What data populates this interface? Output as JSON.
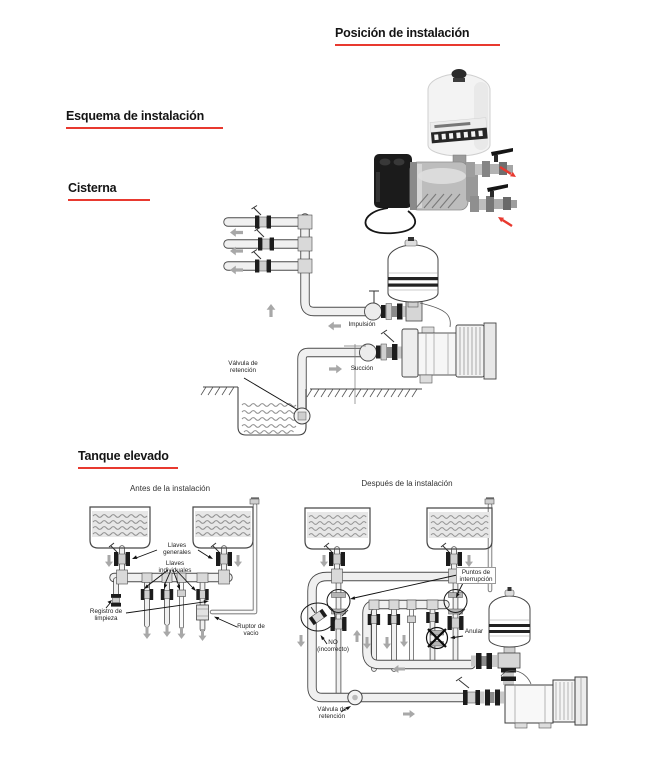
{
  "page": {
    "background": "#ffffff",
    "accent_color": "#e8392f",
    "line_color": "#4a4a4a",
    "arrow_gray": "#a8a8a8"
  },
  "headings": {
    "posicion_instalacion": "Posición de instalación",
    "esquema_instalacion": "Esquema de instalación",
    "cisterna": "Cisterna",
    "tanque_elevado": "Tanque elevado"
  },
  "product_photo": {
    "arrow_color": "#e8392f"
  },
  "cisterna_diagram": {
    "labels": {
      "impulsion": "Impulsión",
      "succion": "Succión",
      "valvula_retencion": "Válvula de retención"
    }
  },
  "tanque_elevado_diagrams": {
    "antes": {
      "caption": "Antes de la instalación",
      "labels": {
        "llaves_generales": "Llaves generales",
        "llaves_individuales": "Llaves individuales",
        "registro_limpieza": "Registro de limpieza",
        "ruptor_vacio": "Ruptor de vacío"
      }
    },
    "despues": {
      "caption": "Después de la instalación",
      "labels": {
        "puntos_interrupcion": "Puntos de interrupción",
        "anular": "Anular",
        "no_incorrecto": "NO (incorrecto)",
        "valvula_retencion": "Válvula de retención"
      }
    }
  }
}
